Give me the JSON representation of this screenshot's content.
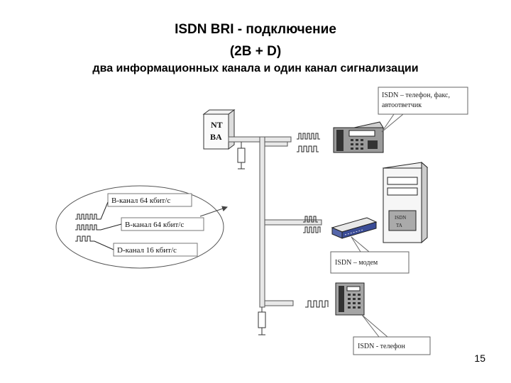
{
  "title_line1": "ISDN BRI - подключение",
  "title_line2": "(2B + D)",
  "subtitle": "два информационных канала и один канал сигнализации",
  "page_number": "15",
  "nt": {
    "line1": "NT",
    "line2": "BA"
  },
  "callouts": {
    "phone_fax": "ISDN – телефон, факс, автоответчик",
    "modem": "ISDN – модем",
    "phone": "ISDN - телефон"
  },
  "channels": {
    "b1": "B-канал 64 кбит/с",
    "b2": "B-канал 64 кбит/с",
    "d": "D-канал 16 кбит/с"
  },
  "pc_modem_label": {
    "line1": "ISDN",
    "line2": "TA"
  }
}
